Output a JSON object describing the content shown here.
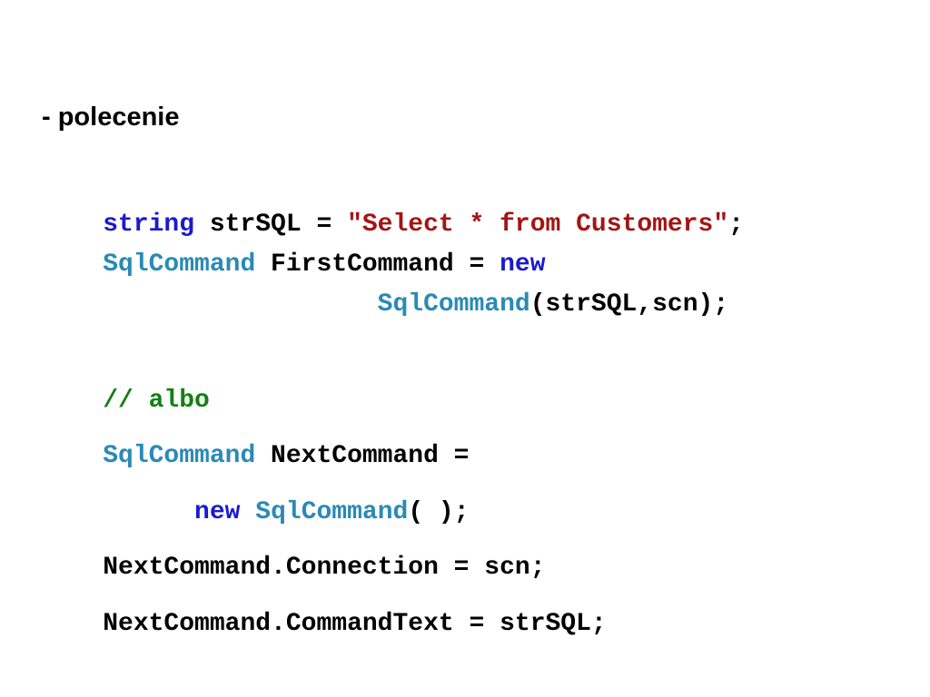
{
  "slide": {
    "heading": "- polecenie",
    "lines": [
      {
        "segments": [
          {
            "text": "string",
            "kind": "keyword"
          },
          {
            "text": " strSQL = ",
            "kind": "plain"
          },
          {
            "text": "\"Select * from Customers\"",
            "kind": "string"
          },
          {
            "text": ";",
            "kind": "plain"
          }
        ]
      },
      {
        "segments": [
          {
            "text": "SqlCommand",
            "kind": "type"
          },
          {
            "text": " FirstCommand = ",
            "kind": "plain"
          },
          {
            "text": "new",
            "kind": "keyword"
          }
        ]
      },
      {
        "segments": [
          {
            "text": "                  ",
            "kind": "plain"
          },
          {
            "text": "SqlCommand",
            "kind": "type"
          },
          {
            "text": "(strSQL,scn);",
            "kind": "plain"
          }
        ]
      },
      {
        "segments": [
          {
            "text": "// albo",
            "kind": "comment"
          }
        ]
      },
      {
        "segments": [
          {
            "text": "SqlCommand",
            "kind": "type"
          },
          {
            "text": " NextCommand =",
            "kind": "plain"
          }
        ]
      },
      {
        "segments": [
          {
            "text": "      ",
            "kind": "plain"
          },
          {
            "text": "new",
            "kind": "keyword"
          },
          {
            "text": " ",
            "kind": "plain"
          },
          {
            "text": "SqlCommand",
            "kind": "type"
          },
          {
            "text": "( );",
            "kind": "plain"
          }
        ]
      },
      {
        "segments": [
          {
            "text": "NextCommand.Connection = scn;",
            "kind": "plain"
          }
        ]
      },
      {
        "segments": [
          {
            "text": "NextCommand.CommandText = strSQL;",
            "kind": "plain"
          }
        ]
      }
    ]
  },
  "colors": {
    "keyword": "#1a1ad0",
    "type": "#2a8ab5",
    "string": "#a31515",
    "comment": "#138013",
    "plain": "#000000"
  }
}
